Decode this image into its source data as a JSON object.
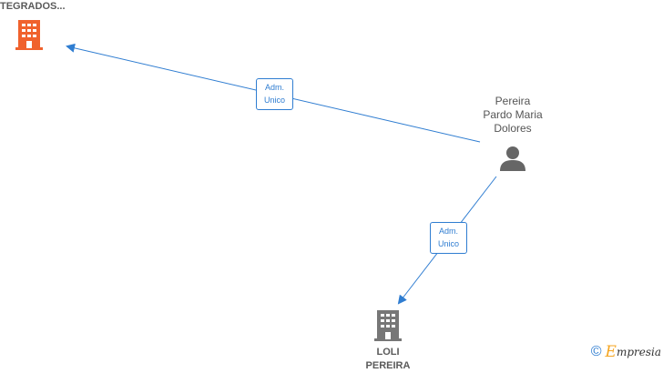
{
  "nodes": {
    "company_top": {
      "label": "TEGRADOS...",
      "color": "#f0622d",
      "icon": "building-icon"
    },
    "person": {
      "label_lines": [
        "Pereira",
        "Pardo Maria",
        "Dolores"
      ],
      "color": "#666666",
      "icon": "person-icon"
    },
    "company_bottom": {
      "label_lines": [
        "LOLI",
        "PEREIRA"
      ],
      "color": "#777777",
      "icon": "building-icon"
    }
  },
  "edges": [
    {
      "from": "person",
      "to": "company_top",
      "label_lines": [
        "Adm.",
        "Unico"
      ]
    },
    {
      "from": "person",
      "to": "company_bottom",
      "label_lines": [
        "Adm.",
        "Unico"
      ]
    }
  ],
  "colors": {
    "edge": "#2f7dd1"
  },
  "footer": {
    "copyright": "©",
    "brand_initial": "E",
    "brand_rest": "mpresia"
  }
}
